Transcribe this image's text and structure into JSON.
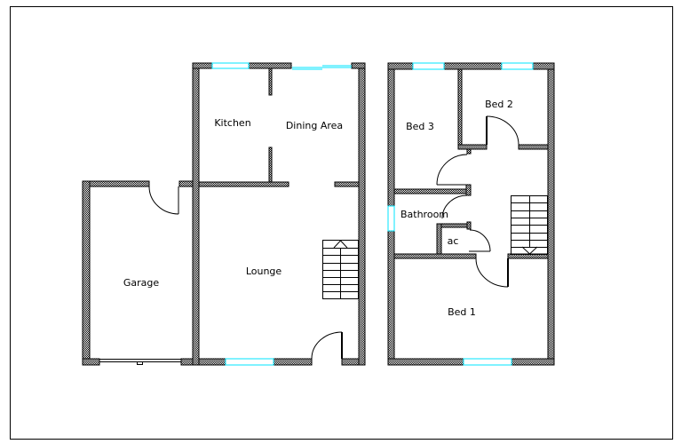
{
  "rooms": {
    "kitchen": "Kitchen",
    "dining": "Dining Area",
    "garage": "Garage",
    "lounge": "Lounge",
    "bed1": "Bed 1",
    "bed2": "Bed 2",
    "bed3": "Bed 3",
    "bathroom": "Bathroom",
    "ac": "ac"
  },
  "colors": {
    "wall": "#000000",
    "window": "#00e5ff"
  }
}
